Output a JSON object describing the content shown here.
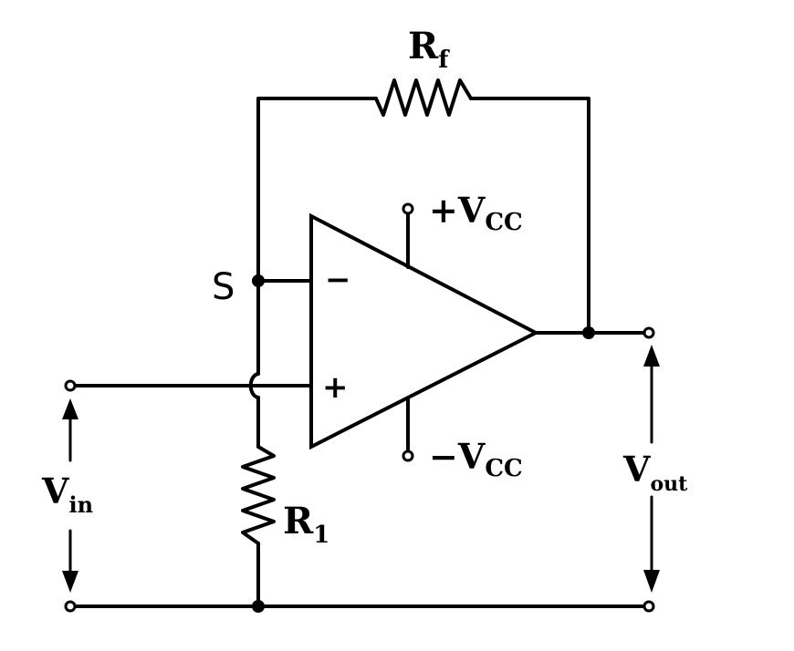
{
  "labels": {
    "rf_main": "R",
    "rf_sub": "f",
    "r1_main": "R",
    "r1_sub": "1",
    "vcc_pos": "+V",
    "vcc_pos_sub": "CC",
    "vcc_neg": "−V",
    "vcc_neg_sub": "CC",
    "vin_main": "V",
    "vin_sub": "in",
    "vout_main": "V",
    "vout_sub": "out",
    "node_s": "S",
    "inv_sign": "−",
    "noninv_sign": "+"
  },
  "icons": [
    "resistor-rf",
    "resistor-r1",
    "op-amp-triangle",
    "junction-dot",
    "terminal-circle",
    "arrow"
  ]
}
